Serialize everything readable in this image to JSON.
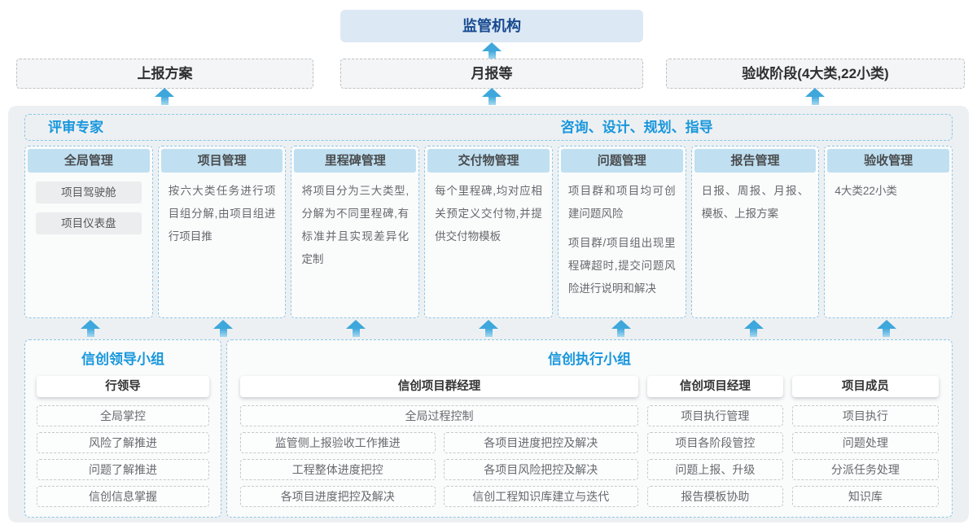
{
  "colors": {
    "accent_blue": "#1897dd",
    "regulator_bg": "#dce8f4",
    "regulator_text": "#17498f",
    "column_header_bg": "#c0e0f1",
    "dashed_blue_border": "#8cc6e8",
    "arrow_blue": "#3ea7dc",
    "container_bg": "#edf0f2"
  },
  "top": {
    "regulator": "监管机构",
    "boxes": [
      "上报方案",
      "月报等",
      "验收阶段(4大类,22小类)"
    ]
  },
  "middle": {
    "band_left": "评审专家",
    "band_right": "咨询、设计、规划、指导",
    "columns": [
      {
        "header": "全局管理",
        "pills": [
          "项目驾驶舱",
          "项目仪表盘"
        ]
      },
      {
        "header": "项目管理",
        "text": "按六大类任务进行项目组分解,由项目组进行项目推"
      },
      {
        "header": "里程碑管理",
        "text": "将项目分为三大类型,分解为不同里程碑,有标准并且实现差异化定制"
      },
      {
        "header": "交付物管理",
        "text": "每个里程碑,均对应相关预定义交付物,并提供交付物模板"
      },
      {
        "header": "问题管理",
        "text": "项目群和项目均可创建问题风险",
        "text2": "项目群/项目组出现里程碑超时,提交问题风险进行说明和解决"
      },
      {
        "header": "报告管理",
        "text": "日报、周报、月报、模板、上报方案"
      },
      {
        "header": "验收管理",
        "text": "4大类22小类"
      }
    ]
  },
  "bottom": {
    "leader_group": {
      "title": "信创领导小组",
      "role": "行领导",
      "items": [
        "全局掌控",
        "风险了解推进",
        "问题了解推进",
        "信创信息掌握"
      ]
    },
    "exec_group": {
      "title": "信创执行小组",
      "pm_group": {
        "role": "信创项目群经理",
        "full_item": "全局过程控制",
        "left_items": [
          "监管侧上报验收工作推进",
          "工程整体进度把控",
          "各项目进度把控及解决"
        ],
        "right_items": [
          "各项目进度把控及解决",
          "各项目风险把控及解决",
          "信创工程知识库建立与迭代"
        ]
      },
      "pm": {
        "role": "信创项目经理",
        "items": [
          "项目执行管理",
          "项目各阶段管控",
          "问题上报、升级",
          "报告模板协助"
        ]
      },
      "member": {
        "role": "项目成员",
        "items": [
          "项目执行",
          "问题处理",
          "分派任务处理",
          "知识库"
        ]
      }
    }
  }
}
